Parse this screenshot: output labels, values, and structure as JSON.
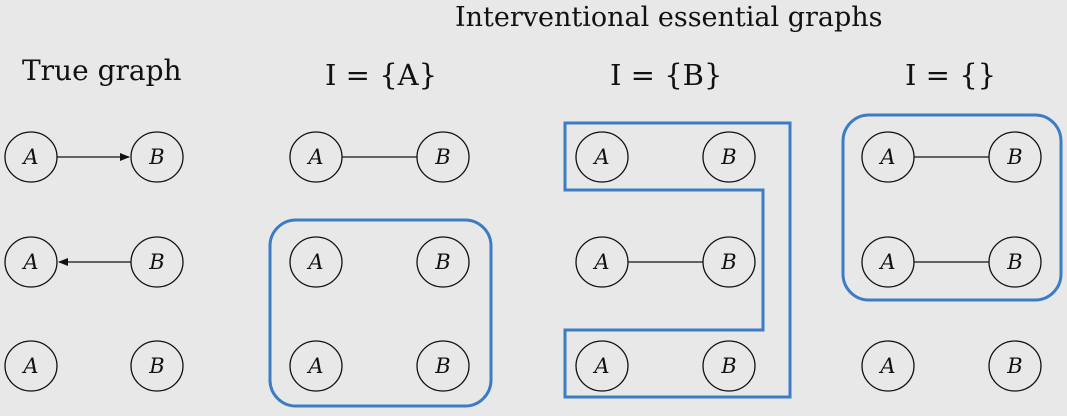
{
  "title": "Interventional essential graphs",
  "columns": {
    "true_graph": "True graph",
    "intervention_a": "I = {A}",
    "intervention_b": "I = {B}",
    "intervention_none": "I = {}"
  },
  "nodes": {
    "a": "A",
    "b": "B"
  },
  "colors": {
    "background": "#e8e8e8",
    "group_outline": "#3b7cc4",
    "ink": "#111111"
  },
  "panels": [
    {
      "name": "true-graph",
      "rows": [
        "A → B",
        "A ← B",
        "A  B"
      ]
    },
    {
      "name": "intervention-a",
      "rows": [
        "A — B",
        "A  B",
        "A  B"
      ],
      "groups": [
        [
          1,
          2
        ]
      ]
    },
    {
      "name": "intervention-b",
      "rows": [
        "A  B",
        "A — B",
        "A  B"
      ],
      "groups": [
        [
          0,
          2
        ]
      ]
    },
    {
      "name": "intervention-none",
      "rows": [
        "A — B",
        "A — B",
        "A  B"
      ],
      "groups": [
        [
          0,
          1
        ]
      ]
    }
  ]
}
